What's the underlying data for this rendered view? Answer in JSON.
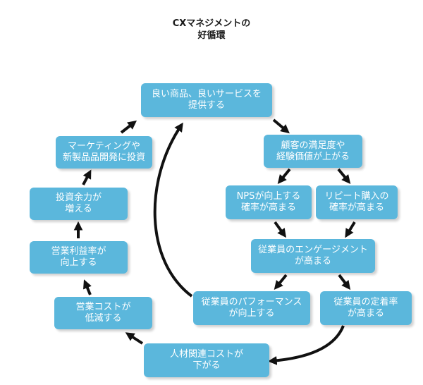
{
  "title": {
    "line1": "CXマネジメントの",
    "line2": "好循環"
  },
  "nodes": {
    "good_products": [
      "良い商品、良いサービスを",
      "提供する"
    ],
    "customer_satisfaction": [
      "顧客の満足度や",
      "経験価値が上がる"
    ],
    "nps": [
      "NPSが向上する",
      "確率が高まる"
    ],
    "repeat_purchase": [
      "リピート購入の",
      "確率が高まる"
    ],
    "engagement": [
      "従業員のエンゲージメント",
      "が高まる"
    ],
    "performance": [
      "従業員のパフォーマンス",
      "が向上する"
    ],
    "retention": [
      "従業員の定着率",
      "が高まる"
    ],
    "hr_cost": [
      "人材関連コストが",
      "下がる"
    ],
    "operating_cost": [
      "営業コストが",
      "低減する"
    ],
    "profit_margin": [
      "営業利益率が",
      "向上する"
    ],
    "investment_capacity": [
      "投資余力が",
      "増える"
    ],
    "marketing_investment": [
      "マーケティングや",
      "新製品品開発に投資"
    ]
  },
  "colors": {
    "node_fill": "#5bb7dc",
    "node_text": "#ffffff",
    "arrow": "#111111",
    "title_text": "#1a1a1a"
  }
}
